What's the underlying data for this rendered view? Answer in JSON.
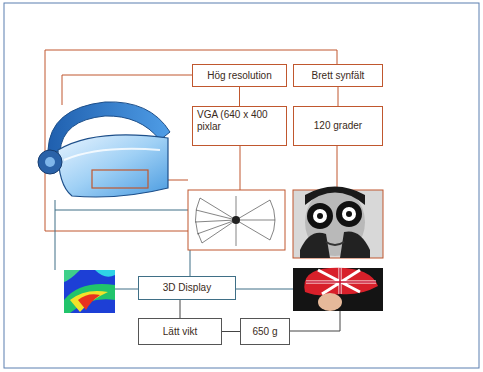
{
  "diagram": {
    "nodes": [
      {
        "text": [
          "Hög resolution"
        ]
      },
      {
        "text": [
          "Brett synfält"
        ]
      },
      {
        "text": [
          "VGA (640 x 400 pixlar"
        ]
      },
      {
        "text": [
          "120 grader"
        ]
      },
      {
        "text": [
          "3D Display"
        ]
      },
      {
        "text": [
          "Lätt vikt"
        ]
      },
      {
        "text": [
          "650 g"
        ]
      }
    ],
    "edges": [
      {
        "from": 0,
        "to": 2,
        "arrow": "none"
      },
      {
        "from": 1,
        "to": 3,
        "arrow": "none"
      },
      {
        "from": 4,
        "to": 5,
        "arrow": "none"
      },
      {
        "from": 5,
        "to": 6,
        "arrow": "none"
      }
    ]
  }
}
